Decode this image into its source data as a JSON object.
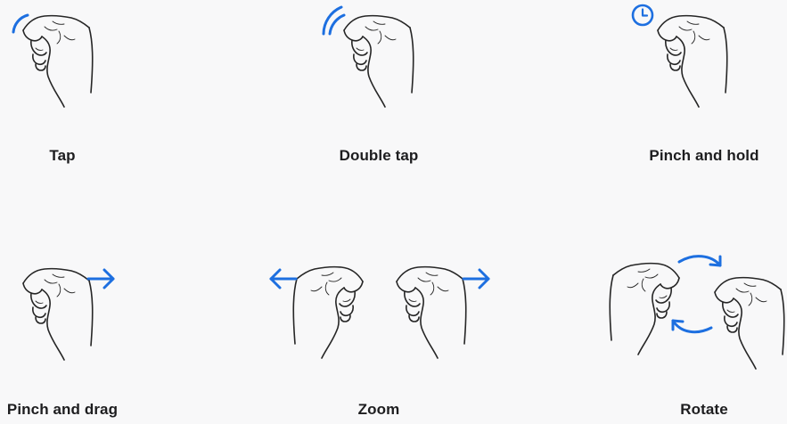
{
  "colors": {
    "background": "#f8f8f9",
    "hand_outline": "#262626",
    "accent": "#1d6fe0",
    "label": "#1d1d1f"
  },
  "gestures": [
    {
      "id": "tap",
      "label": "Tap",
      "indicator": "tap-arc-icon"
    },
    {
      "id": "double-tap",
      "label": "Double tap",
      "indicator": "double-tap-arc-icon"
    },
    {
      "id": "pinch-and-hold",
      "label": "Pinch and hold",
      "indicator": "clock-icon"
    },
    {
      "id": "pinch-and-drag",
      "label": "Pinch and drag",
      "indicator": "arrow-right-icon"
    },
    {
      "id": "zoom",
      "label": "Zoom",
      "indicator": "arrow-left-icon, arrow-right-icon"
    },
    {
      "id": "rotate",
      "label": "Rotate",
      "indicator": "rotate-arrows-icon"
    }
  ]
}
